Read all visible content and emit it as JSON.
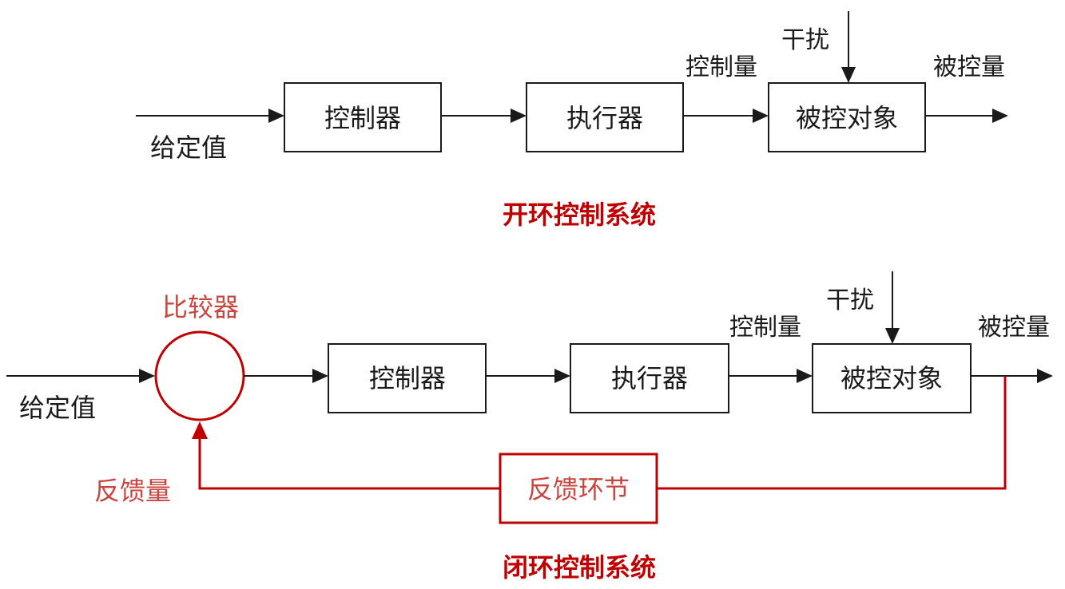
{
  "colors": {
    "line": "#1a1a1a",
    "feedback": "#c00000",
    "feedback_text": "#c9453f"
  },
  "open_loop": {
    "input_label": "给定值",
    "controller": "控制器",
    "actuator": "执行器",
    "control_signal_label": "控制量",
    "disturbance_label": "干扰",
    "plant": "被控对象",
    "output_label": "被控量",
    "caption": "开环控制系统"
  },
  "closed_loop": {
    "input_label": "给定值",
    "comparator_label": "比较器",
    "controller": "控制器",
    "actuator": "执行器",
    "control_signal_label": "控制量",
    "disturbance_label": "干扰",
    "plant": "被控对象",
    "output_label": "被控量",
    "feedback_signal_label": "反馈量",
    "feedback_element": "反馈环节",
    "caption": "闭环控制系统"
  }
}
